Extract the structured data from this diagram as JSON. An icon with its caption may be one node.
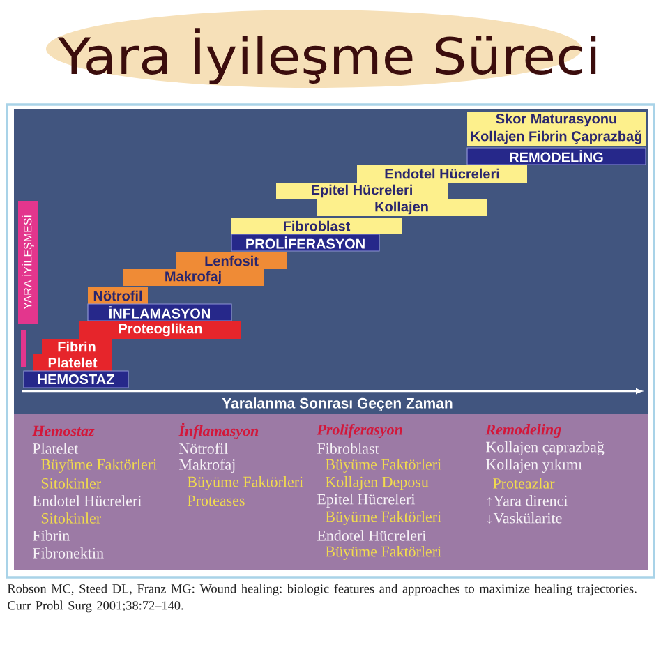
{
  "diagram": {
    "title": "Yara İyileşme Süreci",
    "caption": "Robson MC, Steed DL, Franz MG: Wound healing: biologic features and approaches to maximize healing trajectories. Curr Probl Surg 2001;38:72–140.",
    "nodes": [
      {
        "text": [
          "Skor Maturasyonu"
        ]
      },
      {
        "text": [
          "Kollajen Fibrin Çaprazbağ"
        ]
      },
      {
        "text": [
          "REMODELİNG"
        ]
      },
      {
        "text": [
          "Endotel Hücreleri"
        ]
      },
      {
        "text": [
          "Epitel Hücreleri"
        ]
      },
      {
        "text": [
          "Kollajen"
        ]
      },
      {
        "text": [
          "Fibroblast"
        ]
      },
      {
        "text": [
          "PROLİFERASYON"
        ]
      },
      {
        "text": [
          "Lenfosit"
        ]
      },
      {
        "text": [
          "Makrofaj"
        ]
      },
      {
        "text": [
          "Nötrofil"
        ]
      },
      {
        "text": [
          "İNFLAMASYON"
        ]
      },
      {
        "text": [
          "Proteoglikan"
        ]
      },
      {
        "text": [
          "Fibrin"
        ]
      },
      {
        "text": [
          "Platelet"
        ]
      },
      {
        "text": [
          "HEMOSTAZ"
        ]
      },
      {
        "text": [
          "YARA İYİLEŞMESİ"
        ]
      },
      {
        "text": [],
        "shape": "bar"
      }
    ],
    "labels": [
      "Yaralanma Sonrası Geçen Zaman",
      "Hemostaz",
      "Platelet",
      "Büyüme Faktörleri",
      "Sitokinler",
      "Endotel Hücreleri",
      "Sitokinler",
      "Fibrin",
      "Fibronektin",
      "İnflamasyon",
      "Nötrofil",
      "Makrofaj",
      "Büyüme Faktörleri",
      "Proteases",
      "Proliferasyon",
      "Fibroblast",
      "Büyüme Faktörleri",
      "Kollajen Deposu",
      "Epitel Hücreleri",
      "Büyüme Faktörleri",
      "Endotel Hücreleri",
      "Büyüme Faktörleri",
      "Remodeling",
      "Kollajen çaprazbağ",
      "Kollajen yıkımı",
      "Proteazlar",
      "↑Yara direnci",
      "↓Vaskülarite"
    ]
  }
}
